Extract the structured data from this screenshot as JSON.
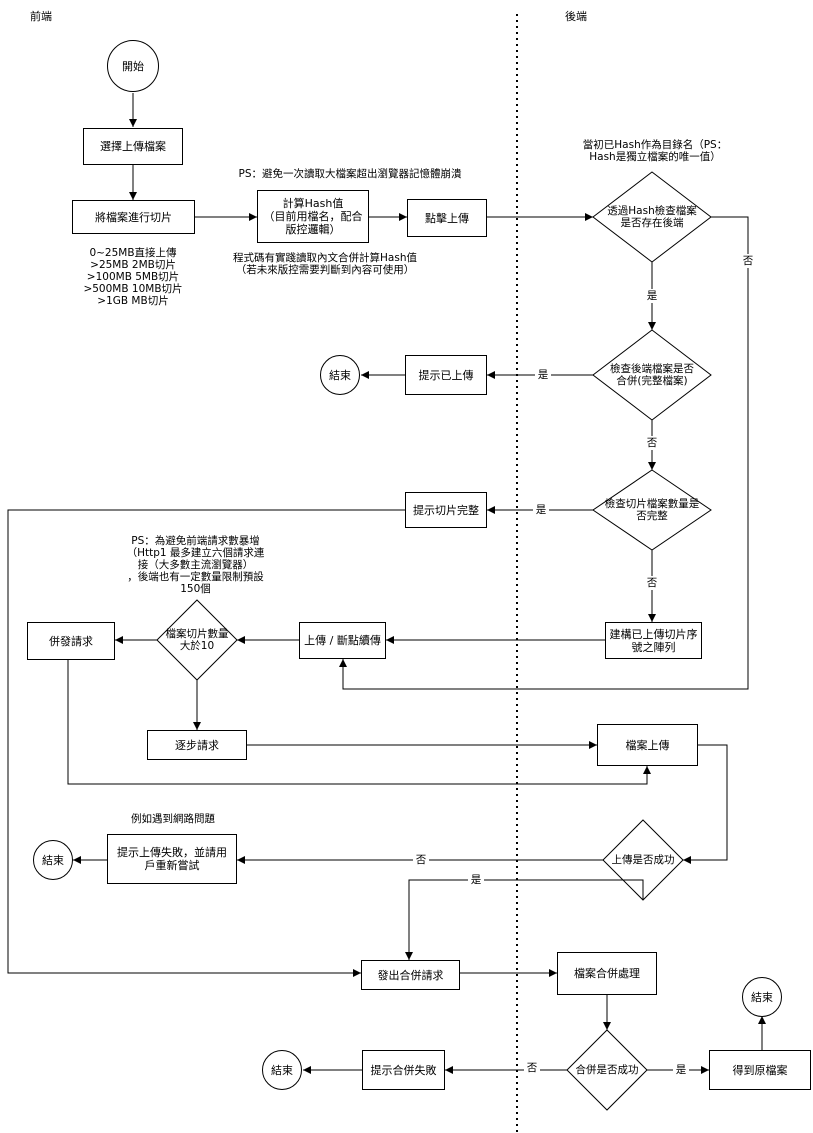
{
  "lanes": {
    "front": "前端",
    "back": "後端"
  },
  "nodes": {
    "start": "開始",
    "select_file": "選擇上傳檔案",
    "slice": "將檔案進行切片",
    "hash": "計算Hash值\n（目前用檔名，配合\n版控邏輯）",
    "click_upload": "點擊上傳",
    "check_exists": "透過Hash檢查檔案\n是否存在後端",
    "end1": "結束",
    "tip_uploaded": "提示已上傳",
    "check_merged": "檢查後端檔案是否\n合併(完整檔案)",
    "tip_slices_done": "提示切片完整",
    "check_slice_count": "檢查切片檔案數量是\n否完整",
    "concurrent": "併發請求",
    "slice_gt10": "檔案切片數量\n大於10",
    "resume": "上傳 / 斷點續傳",
    "build_array": "建構已上傳切片序\n號之陣列",
    "step": "逐步請求",
    "file_upload": "檔案上傳",
    "end2": "結束",
    "tip_fail": "提示上傳失敗，並請用\n戶重新嘗試",
    "upload_ok": "上傳是否成功",
    "send_merge": "發出合併請求",
    "merge_process": "檔案合併處理",
    "end3": "結束",
    "end4": "結束",
    "tip_merge_fail": "提示合併失敗",
    "merge_ok": "合併是否成功",
    "get_file": "得到原檔案"
  },
  "notes": {
    "slice_rules": "0~25MB直接上傳\n>25MB 2MB切片\n>100MB 5MB切片\n>500MB 10MB切片\n>1GB MB切片",
    "ps_memory": "PS：避免一次讀取大檔案超出瀏覽器記憶體崩潰",
    "ps_hash_code": "程式碼有實踐讀取內文合併計算Hash值\n（若未來版控需要判斷到內容可使用）",
    "hash_dirname": "當初已Hash作為目錄名（PS：\nHash是獨立檔案的唯一值）",
    "ps_http1": "PS：為避免前端請求數暴增\n（Http1 最多建立六個請求連\n接（大多數主流瀏覽器）\n，後端也有一定數量限制預設\n150個",
    "network_issue": "例如遇到網路問題"
  },
  "edge_labels": {
    "no_exists": "否",
    "yes_exists": "是",
    "yes_merged": "是",
    "no_merged": "否",
    "yes_complete": "是",
    "no_complete": "否",
    "no_upload": "否",
    "yes_upload": "是",
    "no_merge": "否",
    "yes_merge": "是"
  }
}
